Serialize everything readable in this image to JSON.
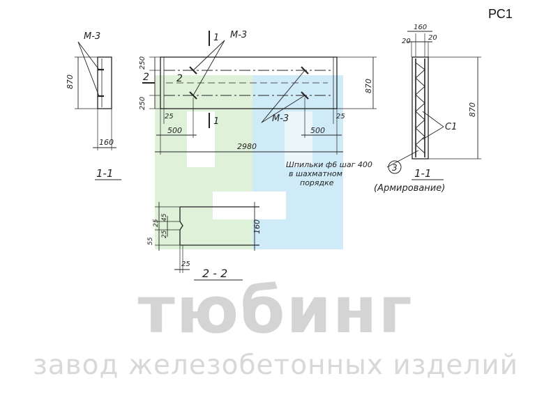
{
  "sheet_code": "РС1",
  "watermark": {
    "name": "тюбинг",
    "tagline": "завод железобетонных изделий",
    "colors": {
      "green": "#d9efd2",
      "blue": "#cce9f8",
      "text": "#d4d4d4"
    }
  },
  "drawing": {
    "section_1_1": {
      "label": "1-1",
      "mark": "М-3",
      "height": "870",
      "width": "160"
    },
    "front_view": {
      "mark_top": "М-3",
      "mark_bottom": "М-3",
      "cut_1": "1",
      "cut_2": "2",
      "dim_top": "250",
      "dim_bottom": "250",
      "dim_height": "870",
      "dim_edge_left": "25",
      "dim_edge_right": "25",
      "dim_left": "500",
      "dim_right": "500",
      "dim_total": "2980",
      "note_line1": "Шпильки ф6 шаг 400",
      "note_line2": "в шахматном",
      "note_line3": "порядке",
      "note_ref": "3"
    },
    "section_reinf": {
      "label": "1-1",
      "sublabel": "(Армирование)",
      "dim_width": "160",
      "dim_left": "20",
      "dim_right": "20",
      "dim_height": "870",
      "mesh": "С1"
    },
    "section_2_2": {
      "label": "2 - 2",
      "dim_a": "45",
      "dim_b": "25",
      "dim_c": "55",
      "dim_d": "25",
      "dim_height": "160",
      "dim_bottom": "25"
    }
  }
}
